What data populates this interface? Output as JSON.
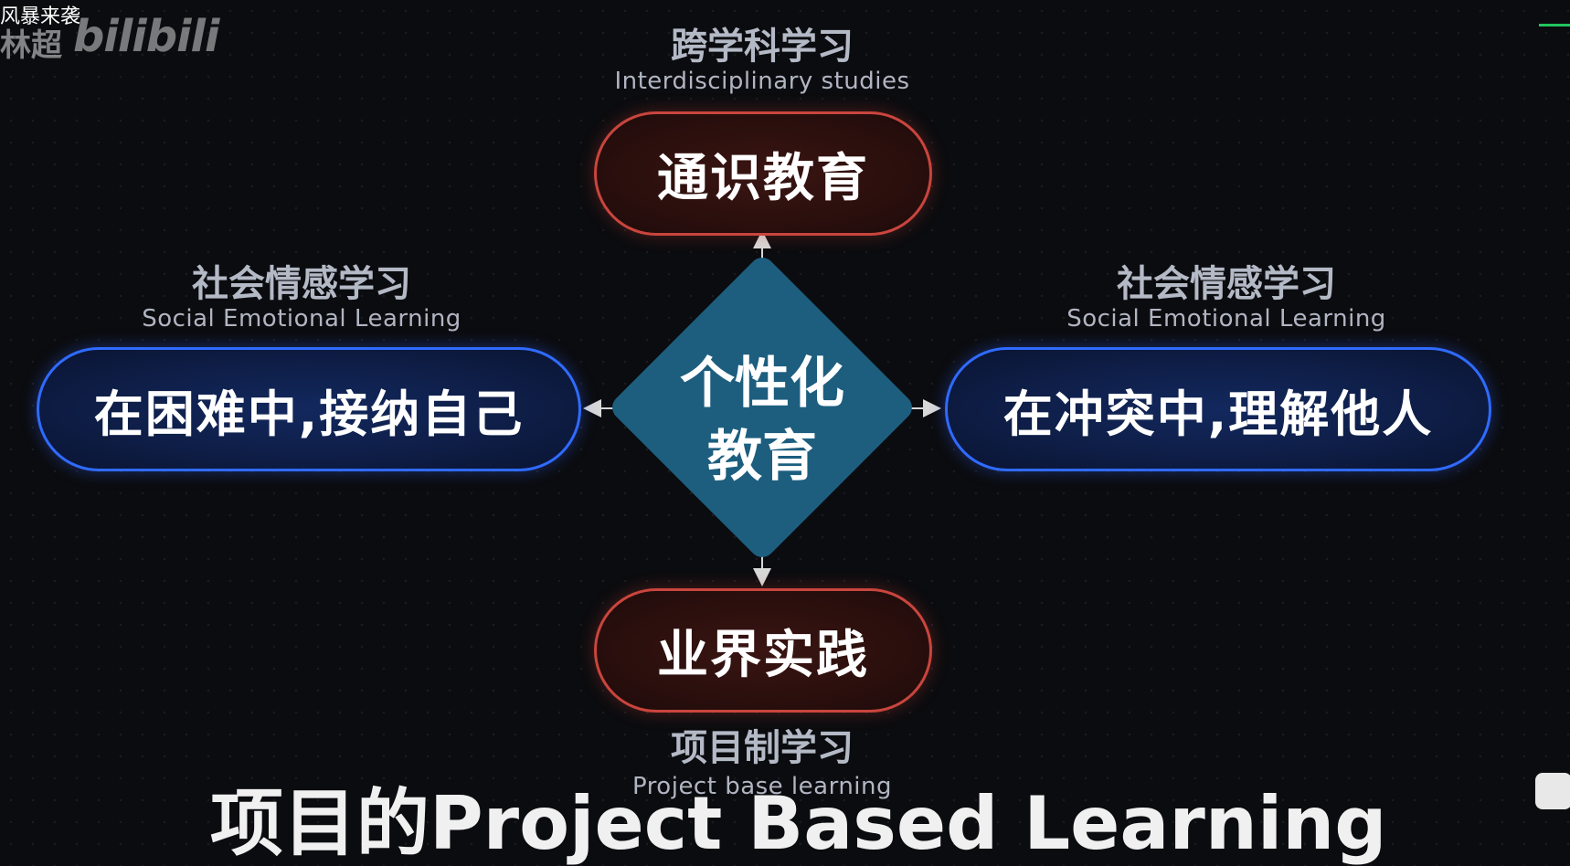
{
  "video_title": "风暴来袭",
  "watermark": {
    "uploader": "林超",
    "platform": "bilibili"
  },
  "top": {
    "caption_zh": "跨学科学习",
    "caption_en": "Interdisciplinary studies",
    "box": "通识教育"
  },
  "left": {
    "caption_zh": "社会情感学习",
    "caption_en": "Social Emotional Learning",
    "box": "在困难中,接纳自己"
  },
  "right": {
    "caption_zh": "社会情感学习",
    "caption_en": "Social Emotional Learning",
    "box": "在冲突中,理解他人"
  },
  "bottom": {
    "caption_zh": "项目制学习",
    "caption_en": "Project base learning",
    "box": "业界实践"
  },
  "center": {
    "line1": "个性化",
    "line2": "教育"
  },
  "subtitle": "项目的Project Based Learning",
  "colors": {
    "red_border": "#c9453d",
    "blue_border": "#2f6bff",
    "diamond": "#1d5e7f"
  }
}
